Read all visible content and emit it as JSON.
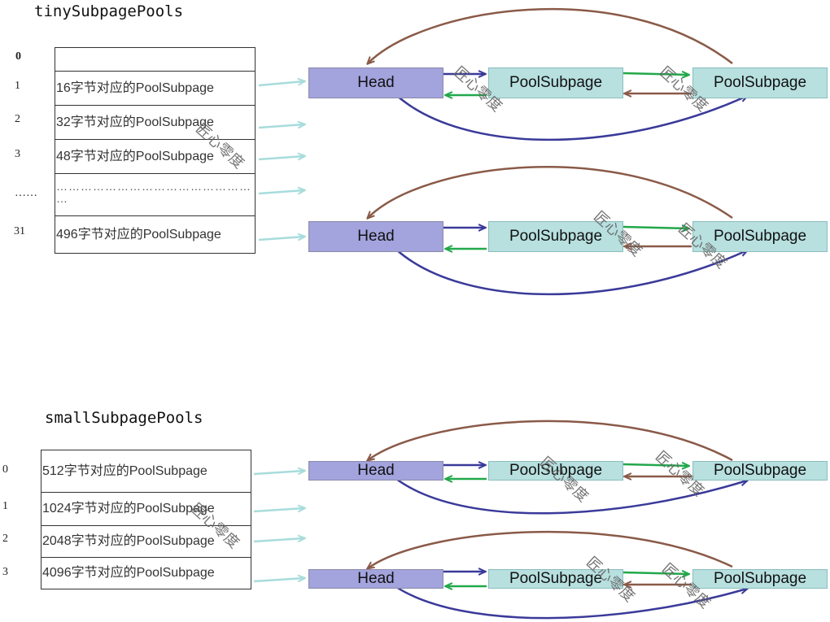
{
  "tiny": {
    "title": "tinySubpagePools",
    "indexes": [
      "0",
      "1",
      "2",
      "3",
      "……",
      "31"
    ],
    "cells": [
      "",
      "16字节对应的PoolSubpage",
      "32字节对应的PoolSubpage",
      "48字节对应的PoolSubpage",
      "…………………………………………",
      "496字节对应的PoolSubpage"
    ]
  },
  "small": {
    "title": "smallSubpagePools",
    "indexes": [
      "0",
      "1",
      "2",
      "3"
    ],
    "cells": [
      "512字节对应的PoolSubpage",
      "1024字节对应的PoolSubpage",
      "2048字节对应的PoolSubpage",
      "4096字节对应的PoolSubpage"
    ]
  },
  "lists": {
    "head_label": "Head",
    "node_label": "PoolSubpage"
  },
  "watermark": "匠心零度",
  "colors": {
    "head_fill": "#a3a3de",
    "node_fill": "#b7e0df",
    "blue_arrow": "#3a3a9a",
    "green_arrow": "#22a84a",
    "brown_arrow": "#8a5a48",
    "connector": "#a8dcdc"
  }
}
